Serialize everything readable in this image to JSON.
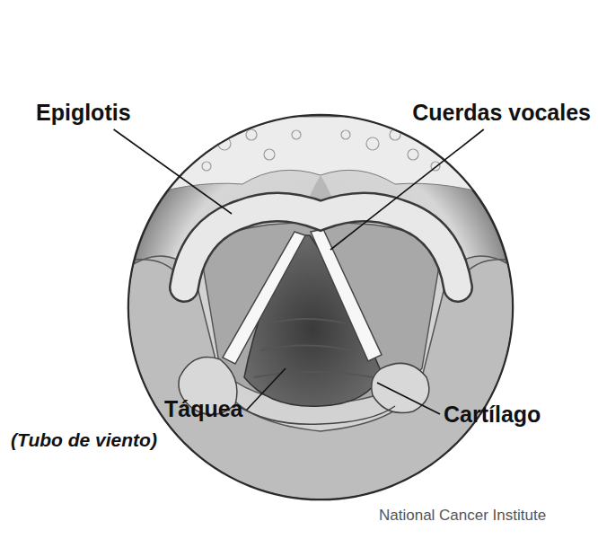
{
  "diagram": {
    "labels": [
      "Epiglotis",
      "Cuerdas vocales",
      "Táquea",
      "(Tubo de viento)",
      "Cartílago",
      "National Cancer Institute"
    ]
  }
}
